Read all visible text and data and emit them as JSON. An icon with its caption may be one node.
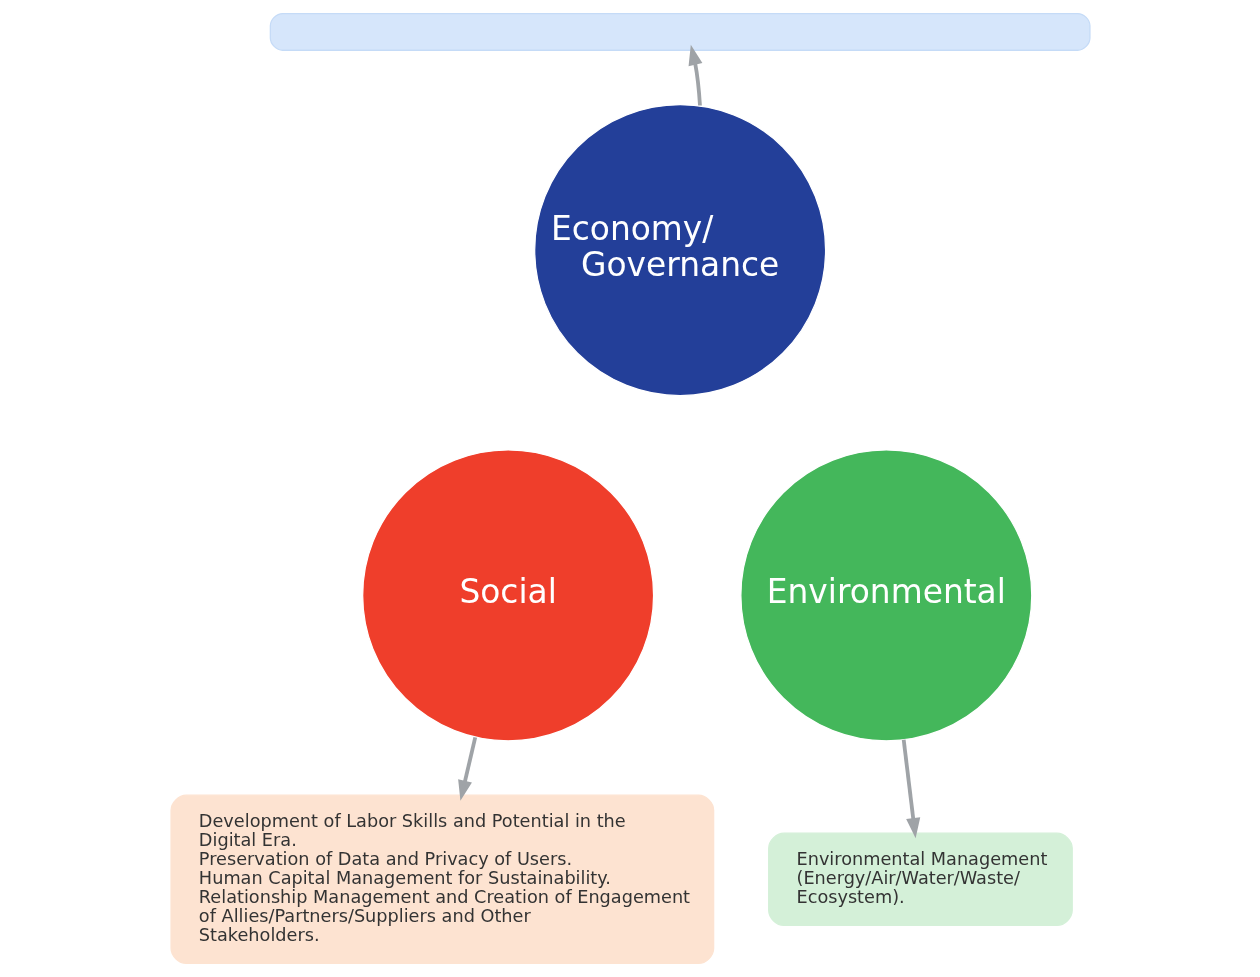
{
  "diagram": {
    "nodes": [
      {
        "text": [],
        "shape": "box"
      },
      {
        "text": [
          "Economy/ Governance"
        ]
      },
      {
        "text": [
          "Social"
        ]
      },
      {
        "text": [
          "Environmental"
        ]
      },
      {
        "text": [
          "Development of Labor Skills and Potential in the Digital Era.",
          "Preservation of Data and Privacy of Users.",
          "Human Capital Management for Sustainability.",
          "Relationship Management and Creation of Engagement of Allies/Partners/Suppliers and Other Stakeholders."
        ]
      },
      {
        "text": [
          "Environmental Management (Energy/Air/Water/Waste/ Ecosystem)."
        ]
      }
    ],
    "edges": [
      {
        "from": 1,
        "to": 0,
        "arrow": "to"
      },
      {
        "from": 2,
        "to": 4,
        "arrow": "to"
      },
      {
        "from": 3,
        "to": 5,
        "arrow": "to"
      }
    ]
  }
}
